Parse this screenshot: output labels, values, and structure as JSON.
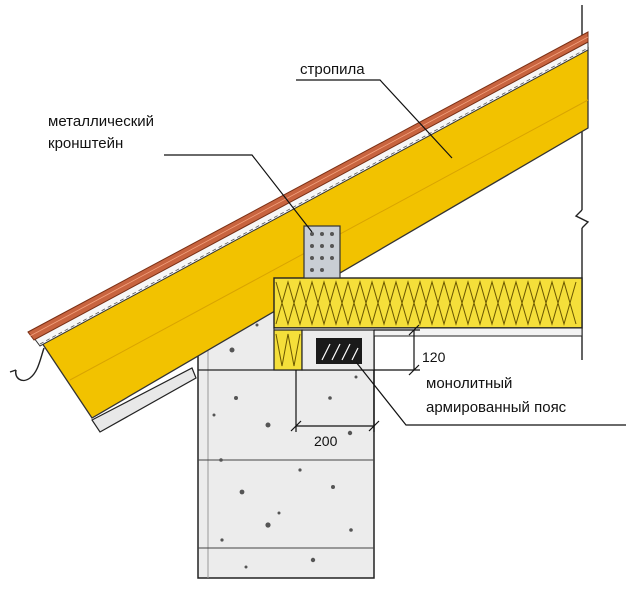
{
  "labels": {
    "rafter": "стропила",
    "bracket_line1": "металлический",
    "bracket_line2": "кронштейн",
    "belt_line1": "монолитный",
    "belt_line2": "армированный пояс"
  },
  "dimensions": {
    "belt_height": "120",
    "belt_width": "200"
  },
  "colors": {
    "timber": "#f2c200",
    "timber_dark": "#d9a400",
    "roof_tile": "#c8643f",
    "insulation": "#f5df3a",
    "concrete": "#ececec",
    "rebar_block": "#1a1a1a",
    "bracket": "#c9ced4",
    "line": "#1a1a1a"
  }
}
